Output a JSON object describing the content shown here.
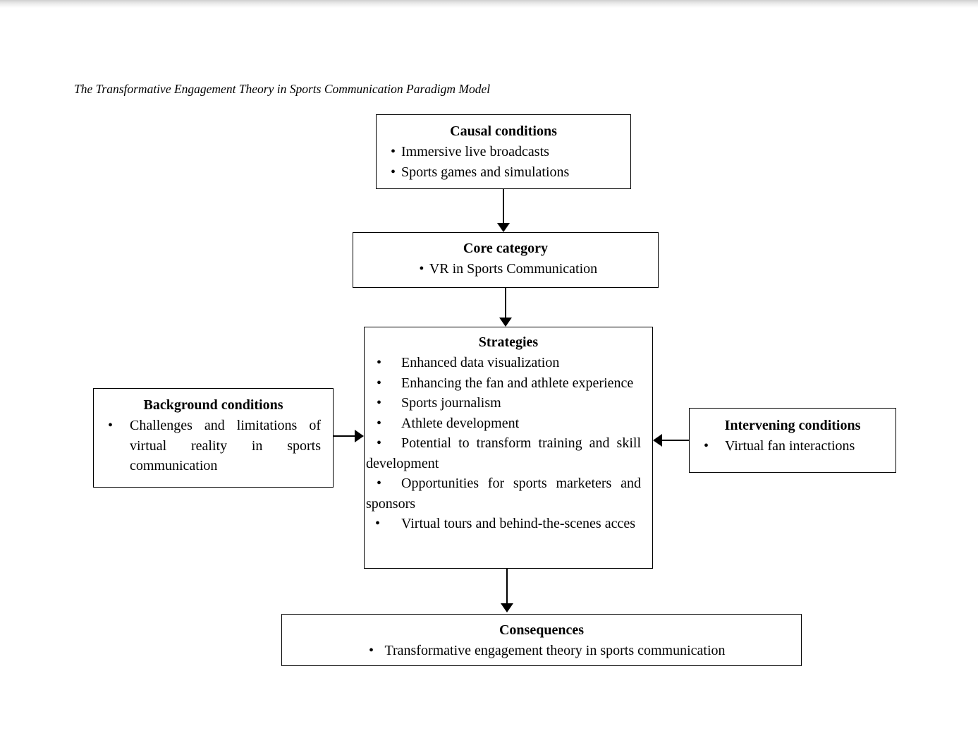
{
  "figure_title": "The Transformative Engagement Theory in Sports Communication Paradigm Model",
  "diagram": {
    "causal": {
      "title": "Causal conditions",
      "items": [
        "Immersive live broadcasts",
        "Sports games and simulations"
      ]
    },
    "core": {
      "title": "Core category",
      "items": [
        "VR in Sports Communication"
      ]
    },
    "strategies": {
      "title": "Strategies",
      "items": [
        "Enhanced data visualization",
        "Enhancing the fan and athlete experience",
        "Sports journalism",
        "Athlete development",
        "Potential to transform training and skill development",
        "Opportunities for sports marketers and sponsors",
        "Virtual tours and behind-the-scenes acces"
      ]
    },
    "background": {
      "title": "Background conditions",
      "items": [
        "Challenges and limitations of virtual reality in sports communication"
      ]
    },
    "intervening": {
      "title": "Intervening conditions",
      "items": [
        "Virtual fan interactions"
      ]
    },
    "consequences": {
      "title": "Consequences",
      "items": [
        "Transformative engagement theory in sports communication"
      ]
    }
  },
  "colors": {
    "box_border": "#000000",
    "text": "#000000",
    "page_background": "#ffffff",
    "page_shadow": "#cfcfcf"
  }
}
